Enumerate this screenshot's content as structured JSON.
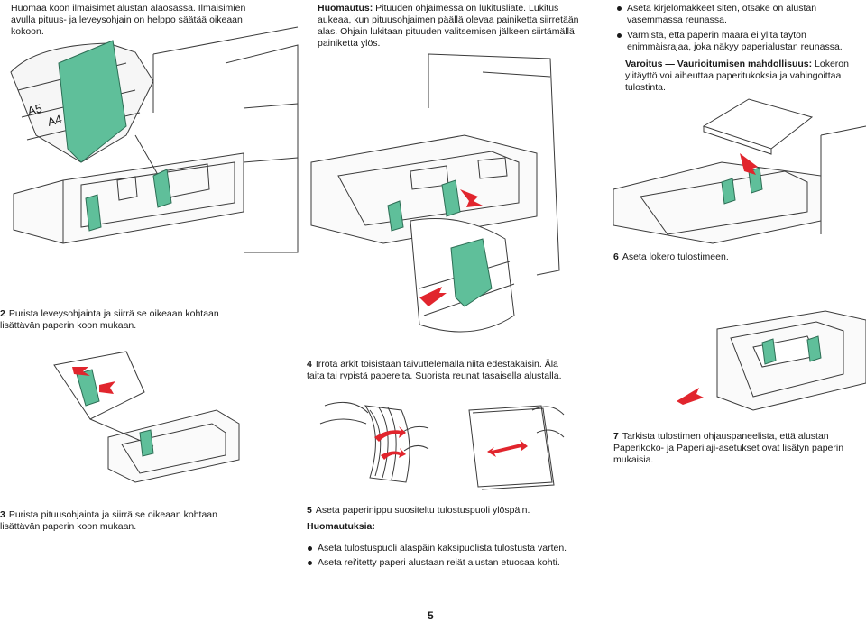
{
  "note_top_left": "Huomaa koon ilmaisimet alustan alaosassa. Ilmaisimien avulla pituus- ja leveysohjain on helppo säätää oikeaan kokoon.",
  "note_top_mid": {
    "label": "Huomautus:",
    "text": " Pituuden ohjaimessa on lukitusliate. Lukitus aukeaa, kun pituusohjaimen päällä olevaa painiketta siirretään alas. Ohjain lukitaan pituuden valitsemisen jälkeen siirtämällä painiketta ylös."
  },
  "bullets_top_right": [
    "Aseta kirjelomakkeet siten, otsake on alustan vasemmassa reunassa.",
    "Varmista, että paperin määrä ei ylitä täytön enimmäisrajaa, joka näkyy paperialustan reunassa."
  ],
  "warning": {
    "label": "Varoitus — Vaurioitumisen mahdollisuus:",
    "text": " Lokeron ylitäyttö voi aiheuttaa paperitukoksia ja vahingoittaa tulostinta."
  },
  "size_labels": {
    "a5": "A5",
    "a4": "A4"
  },
  "steps": [
    {
      "num": "2",
      "text": "Purista leveysohjainta ja siirrä se oikeaan kohtaan lisättävän paperin koon mukaan."
    },
    {
      "num": "3",
      "text": "Purista pituusohjainta ja siirrä se oikeaan kohtaan lisättävän paperin koon mukaan."
    },
    {
      "num": "4",
      "text": "Irrota arkit toisistaan taivuttelemalla niitä edestakaisin. Älä taita tai rypistä papereita. Suorista reunat tasaisella alustalla."
    },
    {
      "num": "5",
      "text": "Aseta paperinippu suositeltu tulostuspuoli ylöspäin."
    },
    {
      "num": "6",
      "text": "Aseta lokero tulostimeen."
    },
    {
      "num": "7",
      "text": "Tarkista tulostimen ohjauspaneelista, että alustan Paperikoko- ja Paperilaji-asetukset ovat lisätyn paperin mukaisia."
    }
  ],
  "step5_notes": {
    "label": "Huomautuksia:",
    "items": [
      "Aseta tulostuspuoli alaspäin kaksipuolista tulostusta varten.",
      "Aseta rei'itetty paperi alustaan reiät alustan etuosaa kohti."
    ]
  },
  "page_number": "5",
  "colors": {
    "guide_green": "#5fbf9a",
    "arrow_red": "#e1252d",
    "line": "#3a3a3a"
  }
}
